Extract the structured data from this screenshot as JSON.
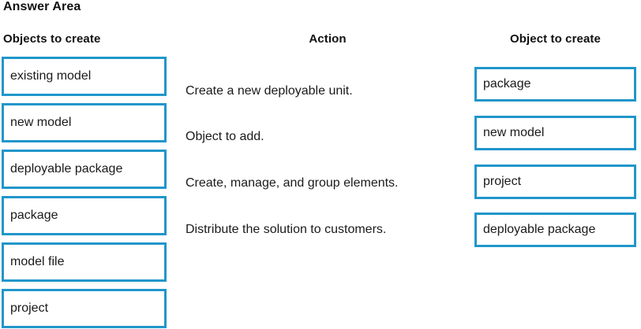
{
  "page": {
    "title": "Answer Area"
  },
  "columns": {
    "source_header": "Objects to create",
    "action_header": "Action",
    "target_header": "Object to create"
  },
  "source_options": [
    {
      "label": "existing model"
    },
    {
      "label": "new model"
    },
    {
      "label": "deployable package"
    },
    {
      "label": "package"
    },
    {
      "label": "model file"
    },
    {
      "label": "project"
    }
  ],
  "rows": [
    {
      "action": "Create a new deployable unit.",
      "answer": "package"
    },
    {
      "action": "Object to add.",
      "answer": "new model"
    },
    {
      "action": "Create, manage, and group elements.",
      "answer": "project"
    },
    {
      "action": "Distribute the solution to customers.",
      "answer": "deployable package"
    }
  ],
  "colors": {
    "box_border": "#2196ca",
    "text": "#1a1a1a",
    "background": "#ffffff"
  }
}
